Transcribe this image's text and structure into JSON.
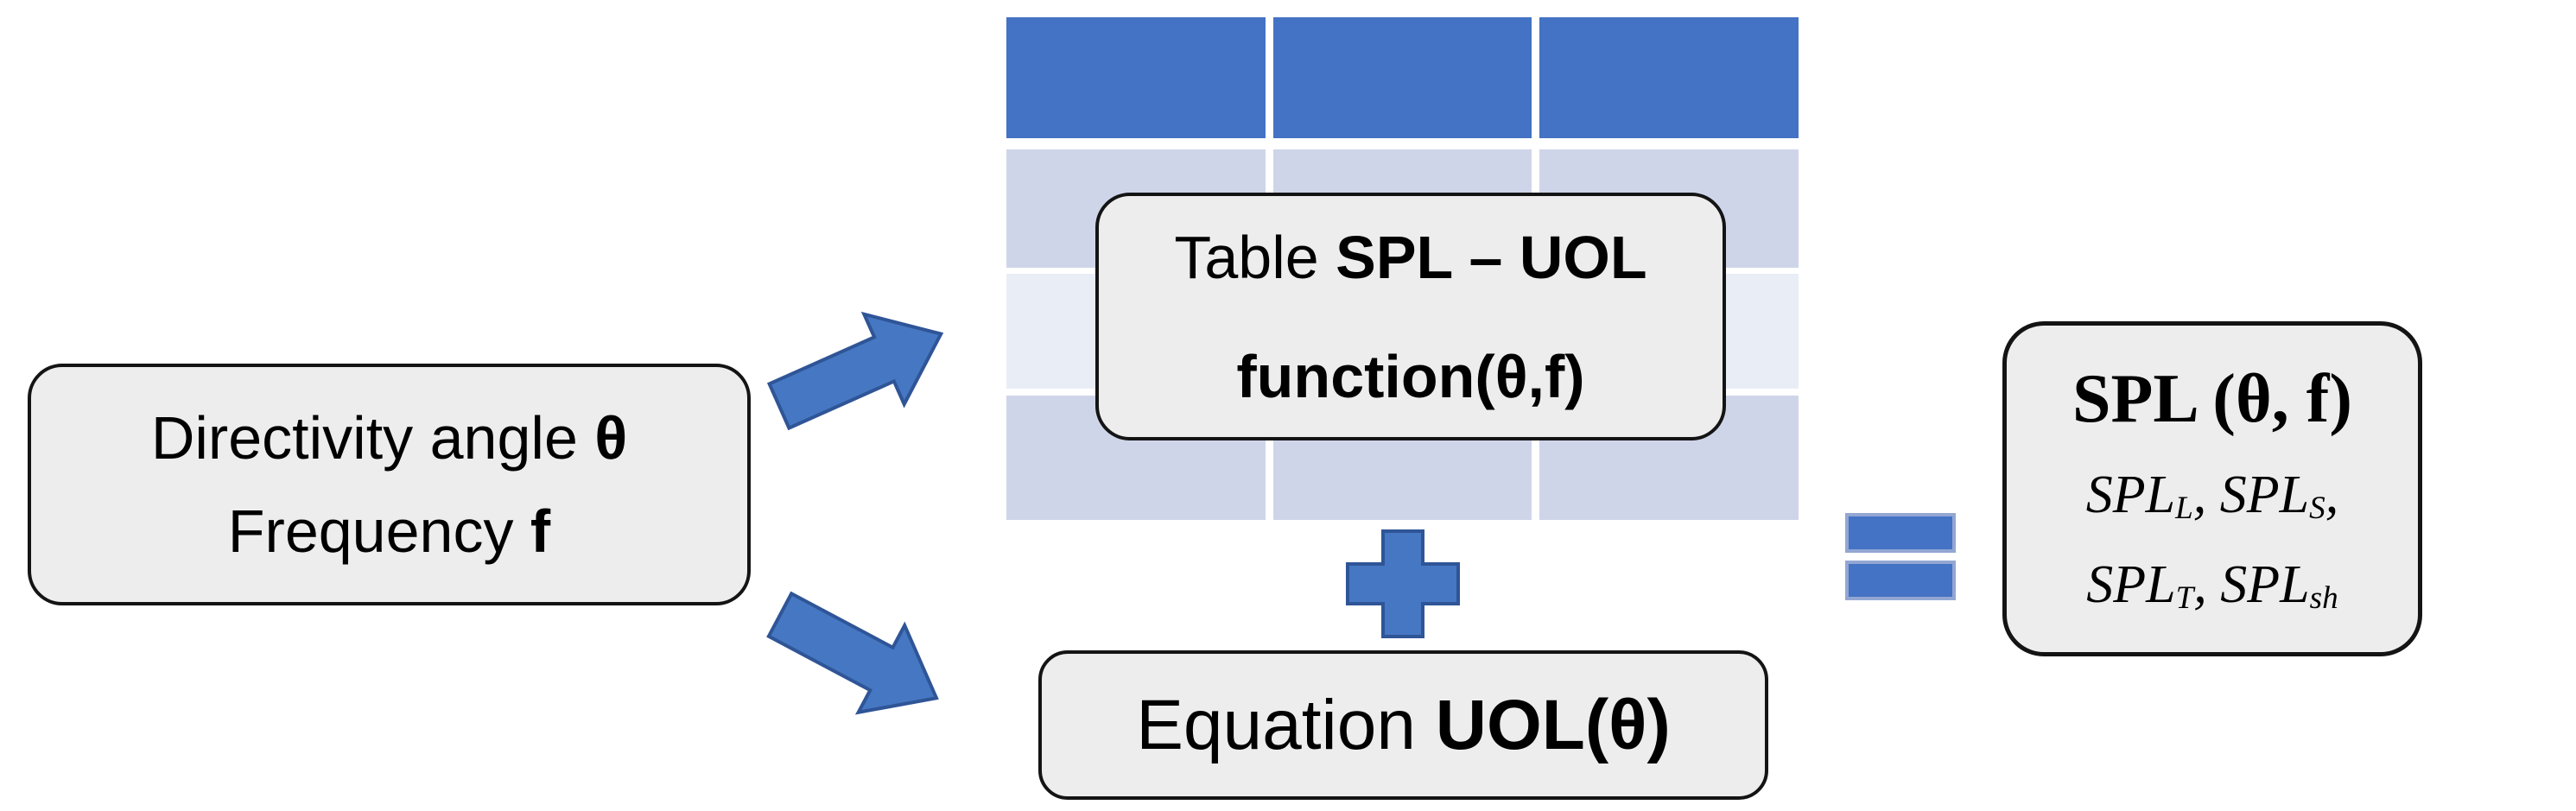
{
  "colors": {
    "background": "#ffffff",
    "table_header": "#4472c4",
    "table_row_banded": "#cfd5e9",
    "table_row_light": "#e9edf6",
    "shape_fill": "#4677c2",
    "shape_border": "#2f5597",
    "equals_fill": "#4472c4",
    "equals_border": "#93a7d2",
    "box_fill": "#ededed",
    "box_border": "#141414",
    "text": "#000000"
  },
  "input_box": {
    "line1": {
      "text": "Directivity angle ",
      "emphasis": "θ"
    },
    "line2": {
      "text": "Frequency ",
      "emphasis": "f"
    }
  },
  "table": {
    "columns": 3,
    "header_rows": 1,
    "body_rows": [
      {
        "color_key": "table_row_banded"
      },
      {
        "color_key": "table_row_light"
      },
      {
        "color_key": "table_row_banded"
      }
    ]
  },
  "table_label_box": {
    "line1": {
      "text": "Table ",
      "emphasis": "SPL – UOL"
    },
    "line2": {
      "emphasis": "function(θ,f)"
    }
  },
  "equation_box": {
    "text": "Equation ",
    "emphasis": "UOL(θ)"
  },
  "operators": {
    "plus": "+",
    "equals": "="
  },
  "output_box": {
    "title": "SPL (θ, f)",
    "line2": [
      {
        "base": "SPL",
        "sub": "L"
      },
      {
        "base": ", "
      },
      {
        "base": "SPL",
        "sub": "S"
      },
      {
        "base": ","
      }
    ],
    "line3": [
      {
        "base": "SPL",
        "sub": "T"
      },
      {
        "base": ", "
      },
      {
        "base": "SPL",
        "sub": "sh"
      }
    ]
  }
}
